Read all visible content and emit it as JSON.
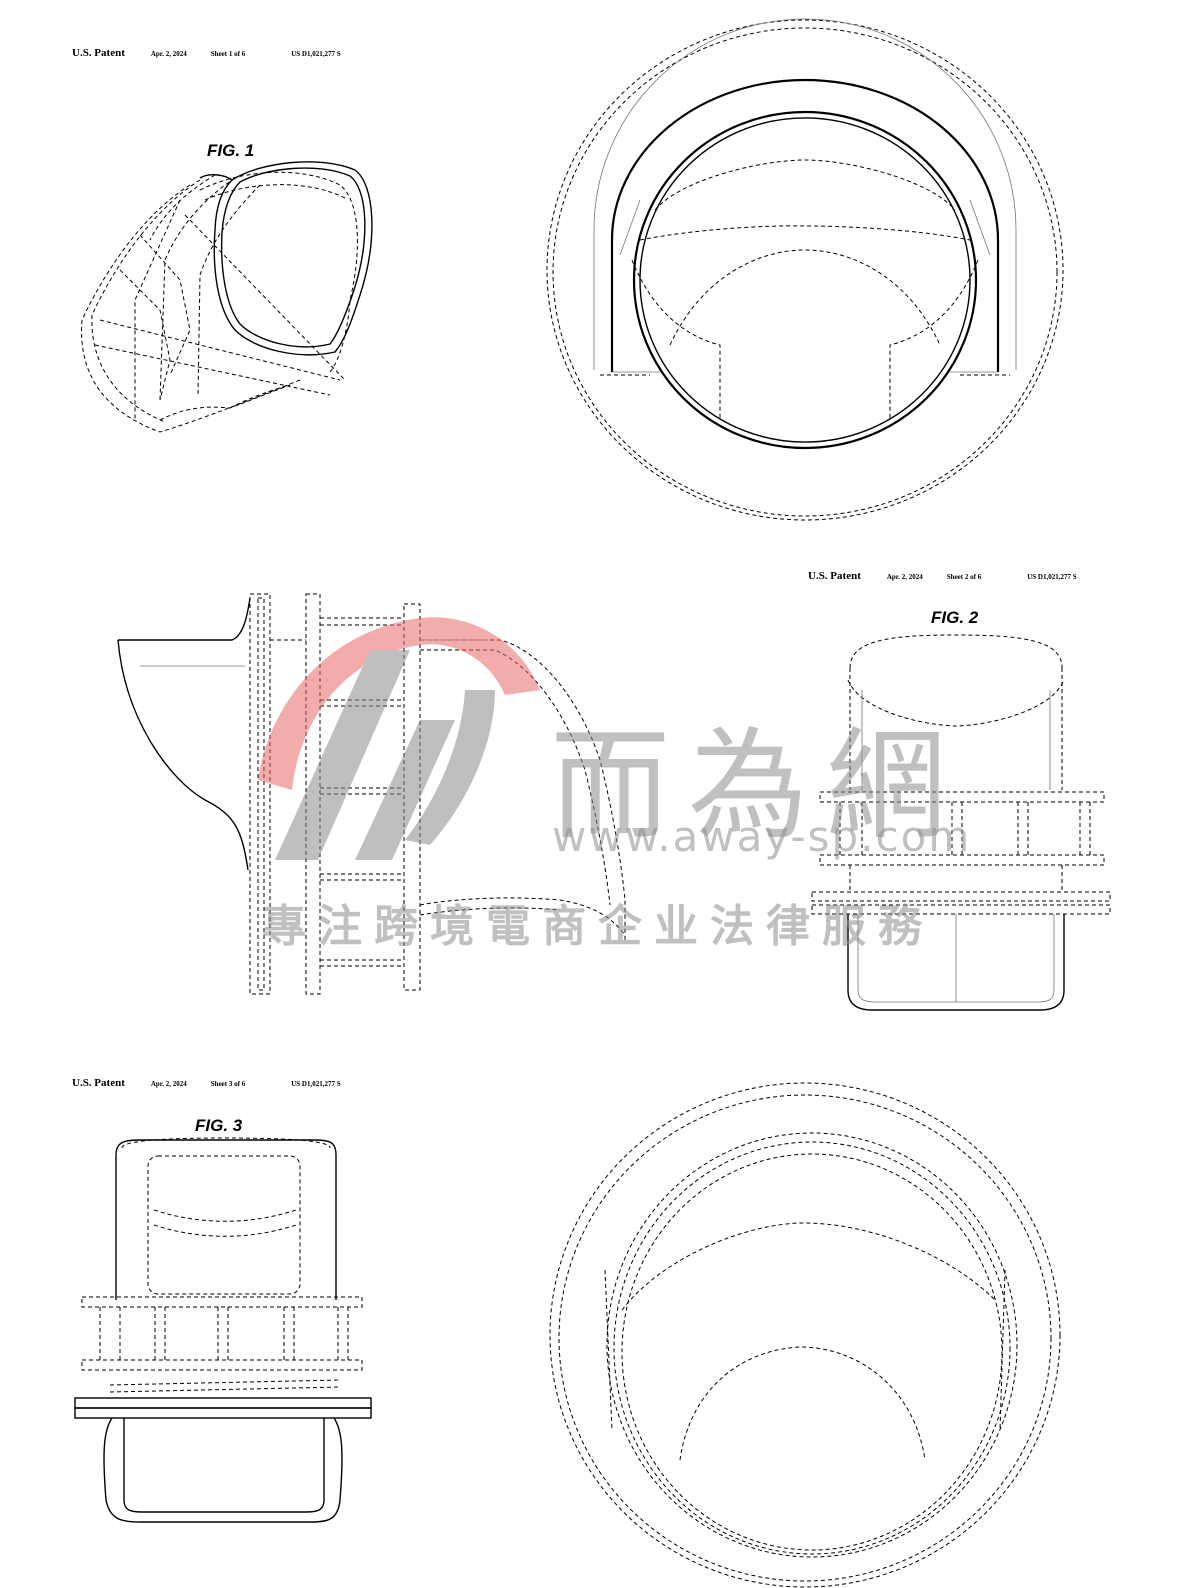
{
  "sheets": [
    {
      "patent": "U.S. Patent",
      "date": "Apr. 2, 2024",
      "sheet": "Sheet 1 of 6",
      "number": "US D1,021,277 S",
      "figure": "FIG. 1"
    },
    {
      "patent": "U.S. Patent",
      "date": "Apr. 2, 2024",
      "sheet": "Sheet 2 of 6",
      "number": "US D1,021,277 S",
      "figure": "FIG. 2"
    },
    {
      "patent": "U.S. Patent",
      "date": "Apr. 2, 2024",
      "sheet": "Sheet 3 of 6",
      "number": "US D1,021,277 S",
      "figure": "FIG. 3"
    }
  ],
  "watermark": {
    "title": "而為網",
    "url": "www.away-sp.com",
    "tagline": "專注跨境電商企业法律服務",
    "logo_color": "#e86a6a",
    "gray_color": "#8c8c8c"
  },
  "colors": {
    "line": "#000000",
    "background": "#ffffff"
  }
}
